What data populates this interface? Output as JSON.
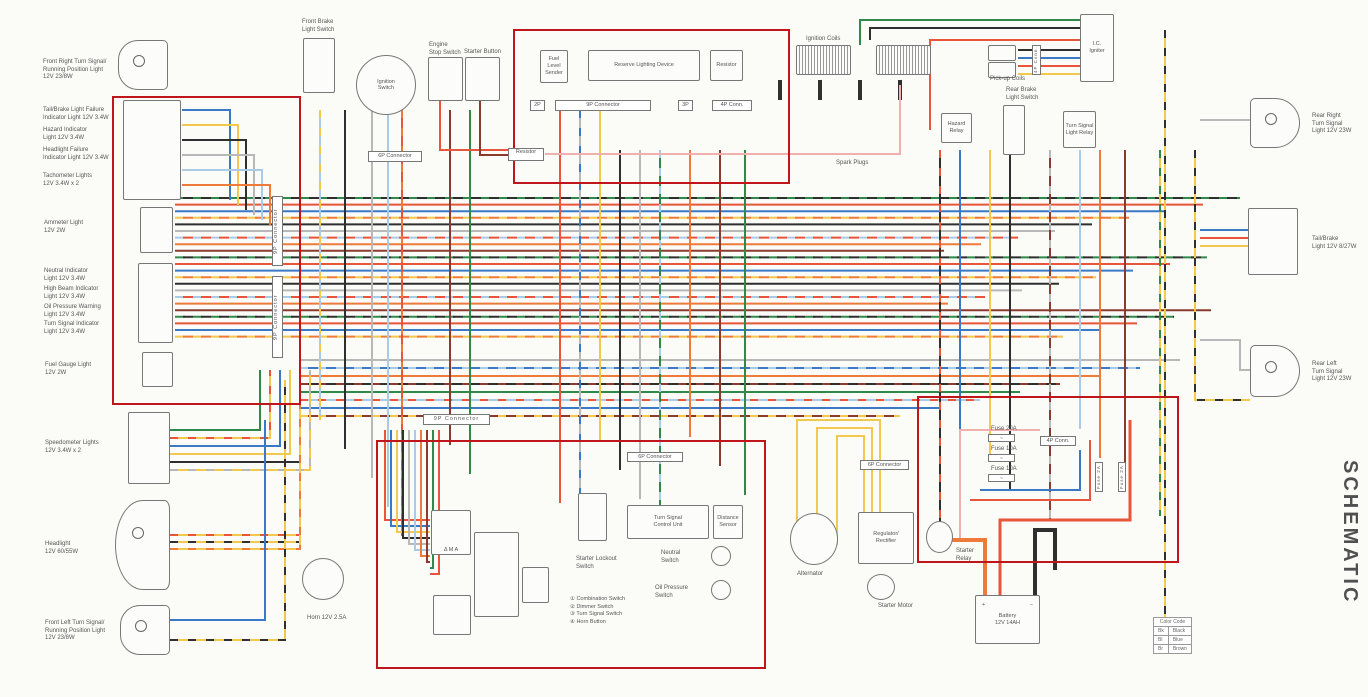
{
  "wire_colors": {
    "black": "#2f2f2f",
    "red": "#e8553a",
    "blue": "#3a78c8",
    "yellow": "#f2c94c",
    "green": "#2f8a4a",
    "brown": "#8a3b2e",
    "gray": "#b8b8b8",
    "lightblue": "#a9cbe6",
    "orange": "#ef7b3b",
    "pink": "#f0b0b0"
  },
  "highlight_color": "#c0161b",
  "front": {
    "front_right_turn": "Front Right Turn Signal/\nRunning Position Light\n12V 23/8W",
    "tail_brake_failure": "Tail/Brake Light Failure\nIndicator Light 12V 3.4W",
    "hazard_indicator": "Hazard Indicator\nLight 12V 3.4W",
    "headlight_failure": "Headlight Failure\nIndicator Light 12V 3.4W",
    "tachometer": "Tachometer Lights\n12V 3.4W x 2",
    "ammeter": "Ammeter Light\n12V 2W",
    "neutral_indicator": "Neutral Indicator\nLight 12V 3.4W",
    "high_beam": "High Beam Indicator\nLight 12V 3.4W",
    "oil_pressure_warning": "Oil Pressure Warning\nLight 12V 3.4W",
    "turn_signal_indicator": "Turn Signal Indicator\nLight 12V 3.4W",
    "fuel_gauge": "Fuel Gauge Light\n12V 2W",
    "speedometer": "Speedometer Lights\n12V 3.4W x 2",
    "headlight": "Headlight\n12V 60/55W",
    "front_left_turn": "Front Left Turn Signal/\nRunning Position Light\n12V 23/8W",
    "horn": "Horn 12V 2.5A"
  },
  "top": {
    "front_brake_switch": "Front Brake\nLight Switch",
    "ignition_switch": "Ignition\nSwitch",
    "engine_stop": "Engine\nStop Switch",
    "starter_button": "Starter Button",
    "connector_6p": "6P Connector",
    "resistor_small": "Resistor",
    "fuel_level_sender": "Fuel\nLevel\nSender",
    "reserve_lighting": "Reserve Lighting Device",
    "resistor": "Resistor",
    "conn_2p": "2P",
    "conn_9p": "9P Connector",
    "conn_3p": "3P",
    "conn_4p": "4P Conn.",
    "ignition_coils": "Ignition Coils",
    "spark_plugs": "Spark Plugs",
    "pickup_coils": "Pick-up Coils",
    "conn_4p_vertical": "4P Conn.",
    "ic_igniter": "I.C.\nIgniter",
    "hazard_relay": "Hazard\nRelay",
    "rear_brake_switch": "Rear Brake\nLight Switch",
    "turn_signal_relay": "Turn Signal\nLight Relay"
  },
  "rear": {
    "rear_right_turn": "Rear Right\nTurn Signal\nLight 12V 23W",
    "tail_brake": "Tail/Brake\nLight 12V 8/27W",
    "rear_left_turn": "Rear Left\nTurn Signal\nLight 12V 23W"
  },
  "left_connectors": [
    "9P Connector",
    "9P Connector"
  ],
  "bottom": {
    "conn_9p": "9P Connector",
    "conn_6p": "6P Connector",
    "starter_lockout": "Starter Lockout\nSwitch",
    "turn_signal_control": "Turn Signal\nControl Unit",
    "distance_sensor": "Distance\nSensor",
    "neutral_switch": "Neutral\nSwitch",
    "oil_pressure_switch": "Oil Pressure\nSwitch",
    "switch_legend": [
      "① Combination Switch",
      "② Dimmer Switch",
      "③ Turn Signal Switch",
      "④ Horn Button"
    ],
    "switch_marks": "Δ  M  A",
    "alternator": "Alternator",
    "conn_6p_right": "6P Connector",
    "regulator": "Regulator/\nRectifier",
    "starter_motor": "Starter Motor",
    "starter_relay": "Starter\nRelay",
    "battery": "Battery\n12V 14AH",
    "battery_plus": "+",
    "battery_minus": "−",
    "fuse_20a": "Fuse 20A",
    "fuse_10a_1": "Fuse 10A",
    "fuse_10a_2": "Fuse 10A",
    "conn_4p": "4P Conn.",
    "fuse_2a_1": "Fuse 2A",
    "fuse_2a_2": "Fuse 2A"
  },
  "color_code": {
    "title": "Color Code",
    "rows": [
      [
        "Bk",
        "Black"
      ],
      [
        "Bl",
        "Blue"
      ],
      [
        "Br",
        "Brown"
      ]
    ]
  },
  "side_text": "SCHEMATIC"
}
